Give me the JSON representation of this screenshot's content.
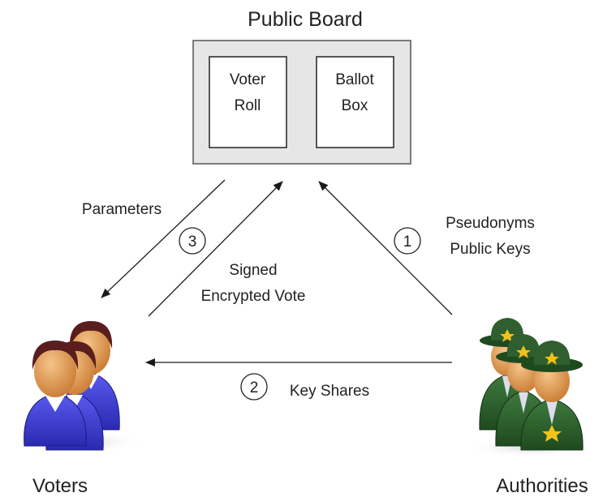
{
  "board": {
    "title": "Public Board",
    "voter_roll": [
      "Voter",
      "Roll"
    ],
    "ballot_box": [
      "Ballot",
      "Box"
    ]
  },
  "flows": {
    "parameters": "Parameters",
    "step3": "3",
    "signed_vote": [
      "Signed",
      "Encrypted Vote"
    ],
    "step1": "1",
    "pseudonyms": [
      "Pseudonyms",
      "Public Keys"
    ],
    "step2": "2",
    "key_shares": "Key Shares"
  },
  "actors": {
    "voters": "Voters",
    "authorities": "Authorities"
  },
  "colors": {
    "board_fill": "#e6e6e6",
    "arrow": "#1a1a1a",
    "voter_shirt": "#3b3bd6",
    "voter_hair": "#5a1e1e",
    "skin": "#e8a35c",
    "authority_hat": "#2f5e2f",
    "badge": "#f2c21b"
  },
  "icons": [
    "voters-group-icon",
    "authorities-group-icon"
  ]
}
